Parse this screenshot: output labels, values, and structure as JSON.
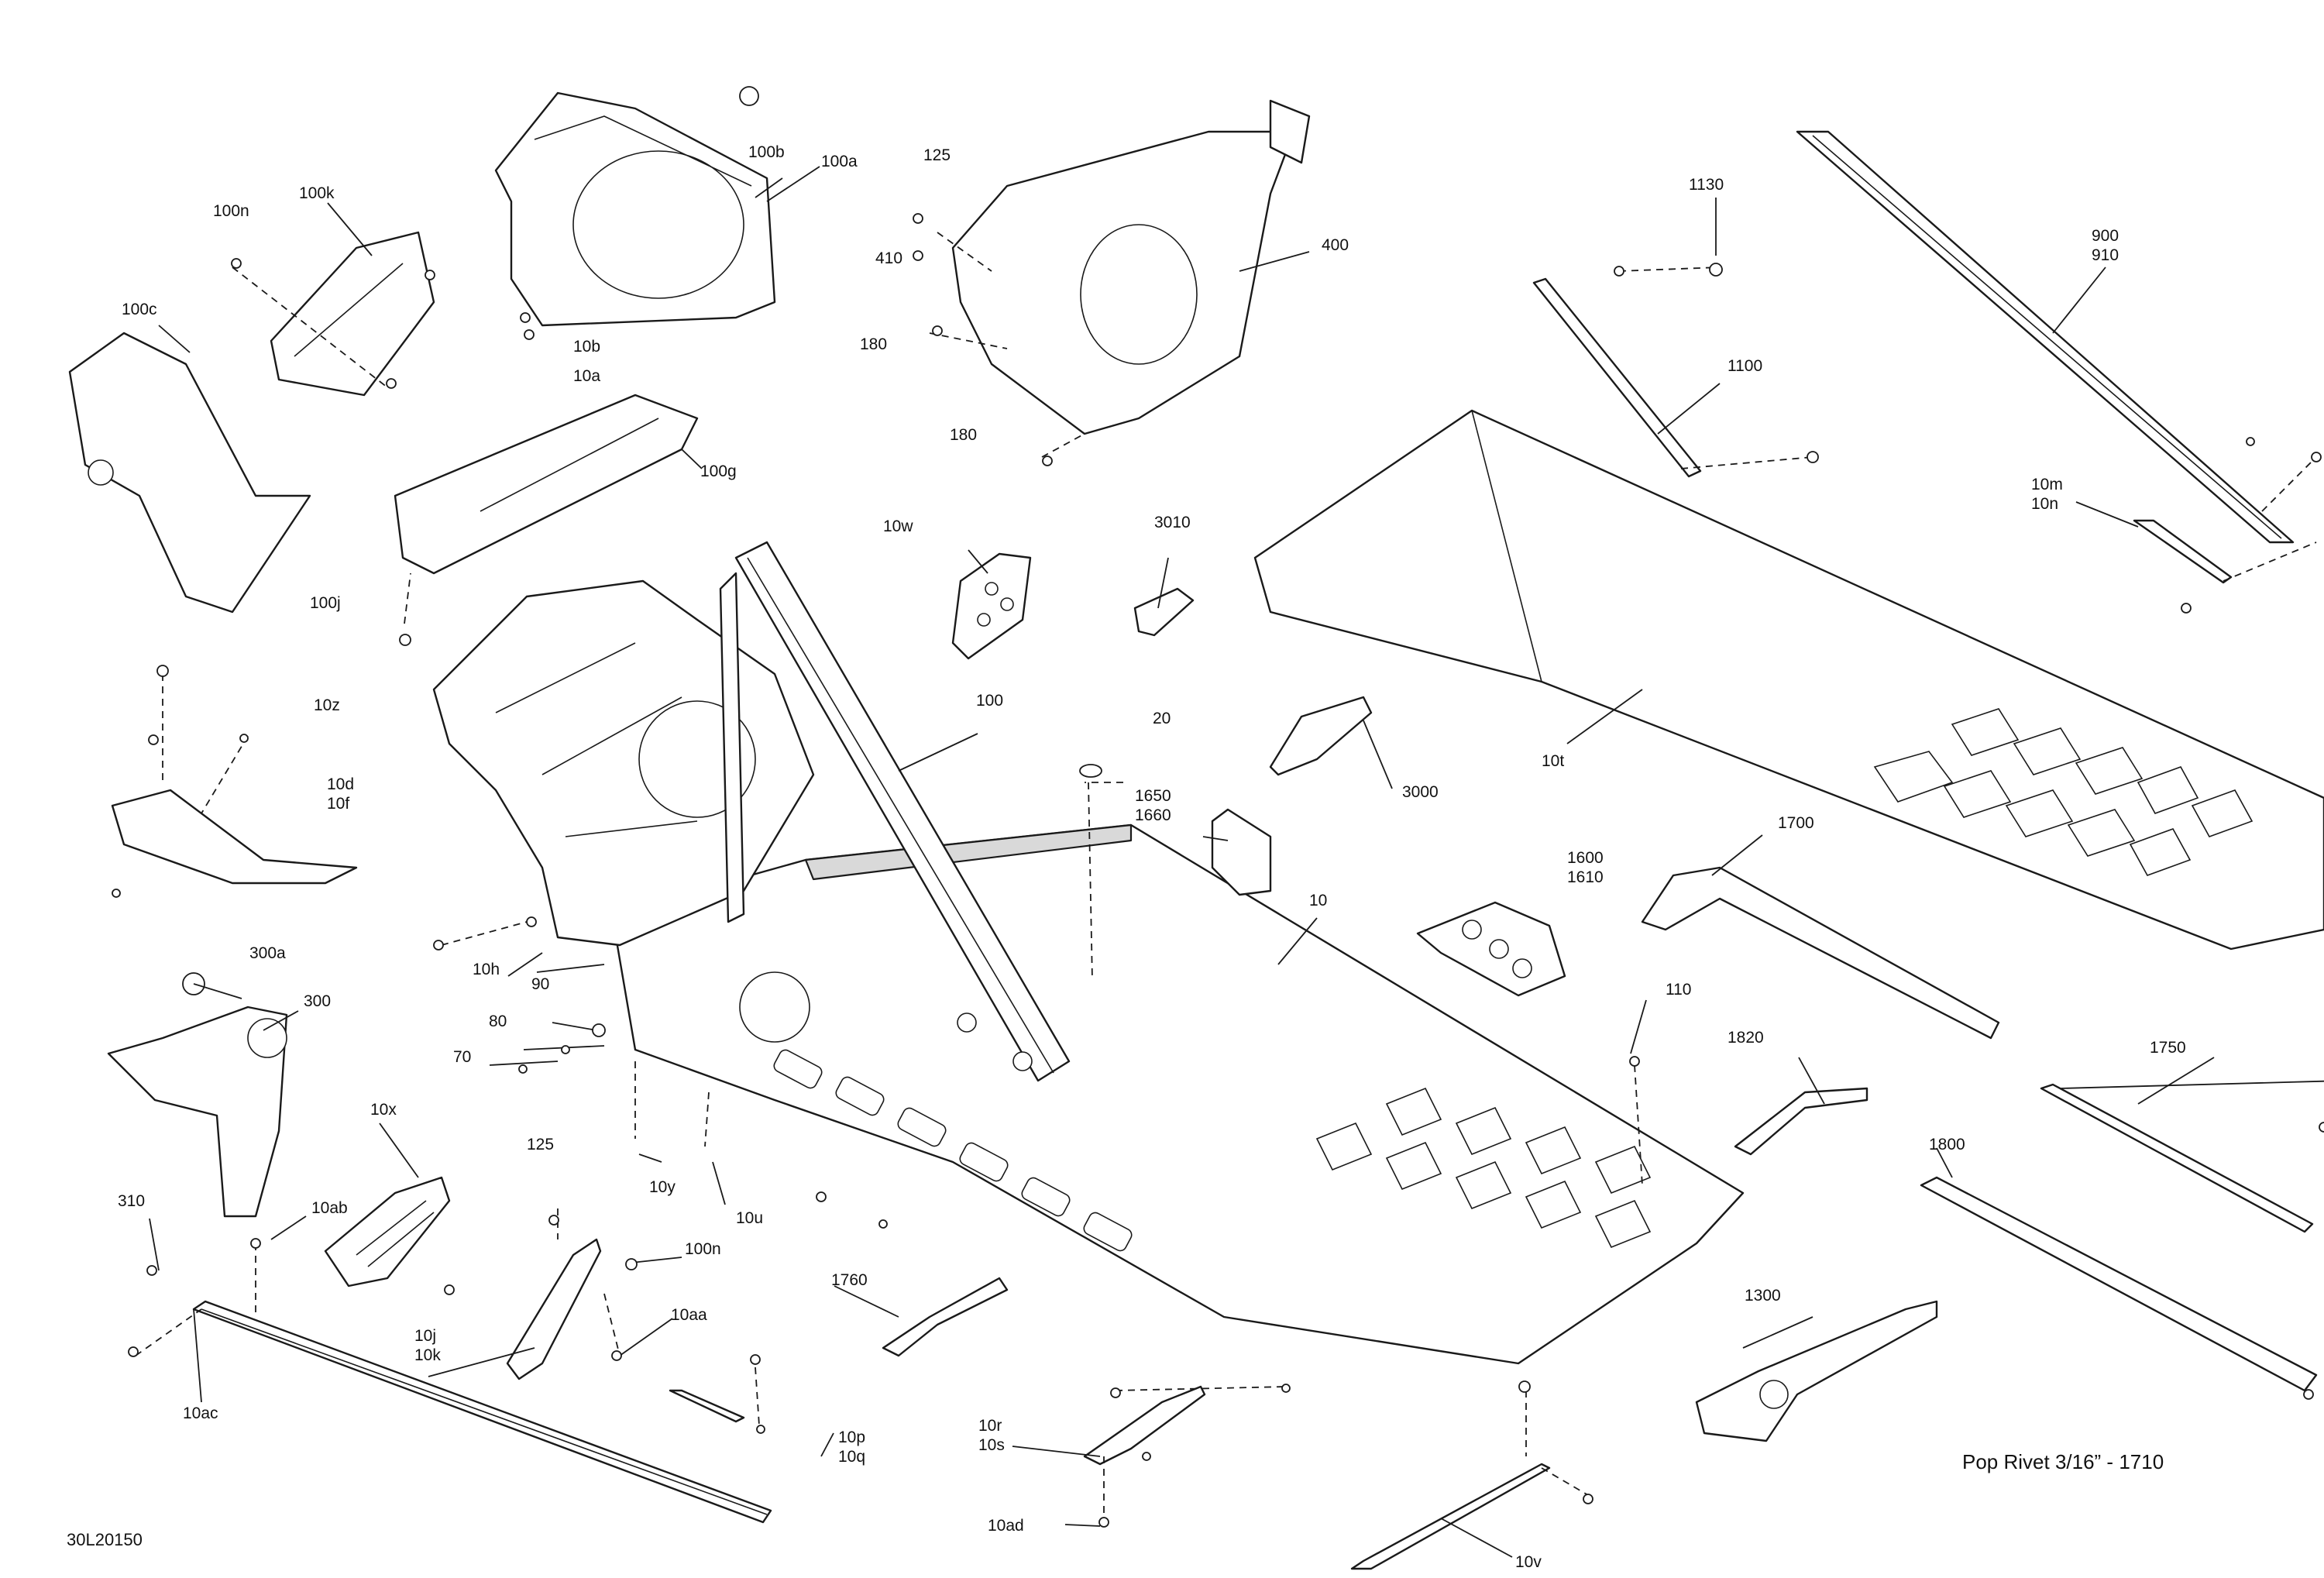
{
  "diagram_id": "30L20150",
  "note": "Pop Rivet 3/16” - 1710",
  "callouts": [
    {
      "id": "c-100b",
      "lines": [
        "100b"
      ]
    },
    {
      "id": "c-100a",
      "lines": [
        "100a"
      ]
    },
    {
      "id": "c-125-top",
      "lines": [
        "125"
      ]
    },
    {
      "id": "c-100n-top",
      "lines": [
        "100n"
      ]
    },
    {
      "id": "c-100k",
      "lines": [
        "100k"
      ]
    },
    {
      "id": "c-100c",
      "lines": [
        "100c"
      ]
    },
    {
      "id": "c-10b",
      "lines": [
        "10b"
      ]
    },
    {
      "id": "c-10a",
      "lines": [
        "10a"
      ]
    },
    {
      "id": "c-100g",
      "lines": [
        "100g"
      ]
    },
    {
      "id": "c-100j",
      "lines": [
        "100j"
      ]
    },
    {
      "id": "c-410",
      "lines": [
        "410"
      ]
    },
    {
      "id": "c-180-a",
      "lines": [
        "180"
      ]
    },
    {
      "id": "c-180-b",
      "lines": [
        "180"
      ]
    },
    {
      "id": "c-400",
      "lines": [
        "400"
      ]
    },
    {
      "id": "c-1130",
      "lines": [
        "1130"
      ]
    },
    {
      "id": "c-900-910",
      "lines": [
        "900",
        "910"
      ]
    },
    {
      "id": "c-1100",
      "lines": [
        "1100"
      ]
    },
    {
      "id": "c-10m-10n",
      "lines": [
        "10m",
        "10n"
      ]
    },
    {
      "id": "c-10w",
      "lines": [
        "10w"
      ]
    },
    {
      "id": "c-3010",
      "lines": [
        "3010"
      ]
    },
    {
      "id": "c-10z",
      "lines": [
        "10z"
      ]
    },
    {
      "id": "c-10d-10f",
      "lines": [
        "10d",
        "10f"
      ]
    },
    {
      "id": "c-100",
      "lines": [
        "100"
      ]
    },
    {
      "id": "c-20",
      "lines": [
        "20"
      ]
    },
    {
      "id": "c-3000",
      "lines": [
        "3000"
      ]
    },
    {
      "id": "c-10t",
      "lines": [
        "10t"
      ]
    },
    {
      "id": "c-1650-1660",
      "lines": [
        "1650",
        "1660"
      ]
    },
    {
      "id": "c-10",
      "lines": [
        "10"
      ]
    },
    {
      "id": "c-1600-1610",
      "lines": [
        "1600",
        "1610"
      ]
    },
    {
      "id": "c-1700",
      "lines": [
        "1700"
      ]
    },
    {
      "id": "c-300a",
      "lines": [
        "300a"
      ]
    },
    {
      "id": "c-300",
      "lines": [
        "300"
      ]
    },
    {
      "id": "c-10h",
      "lines": [
        "10h"
      ]
    },
    {
      "id": "c-90",
      "lines": [
        "90"
      ]
    },
    {
      "id": "c-80",
      "lines": [
        "80"
      ]
    },
    {
      "id": "c-70",
      "lines": [
        "70"
      ]
    },
    {
      "id": "c-110",
      "lines": [
        "110"
      ]
    },
    {
      "id": "c-1820",
      "lines": [
        "1820"
      ]
    },
    {
      "id": "c-1750",
      "lines": [
        "1750"
      ]
    },
    {
      "id": "c-10x",
      "lines": [
        "10x"
      ]
    },
    {
      "id": "c-125-bottom",
      "lines": [
        "125"
      ]
    },
    {
      "id": "c-10y",
      "lines": [
        "10y"
      ]
    },
    {
      "id": "c-10u",
      "lines": [
        "10u"
      ]
    },
    {
      "id": "c-1800",
      "lines": [
        "1800"
      ]
    },
    {
      "id": "c-310",
      "lines": [
        "310"
      ]
    },
    {
      "id": "c-10ab",
      "lines": [
        "10ab"
      ]
    },
    {
      "id": "c-100n-bottom",
      "lines": [
        "100n"
      ]
    },
    {
      "id": "c-10aa",
      "lines": [
        "10aa"
      ]
    },
    {
      "id": "c-10j-10k",
      "lines": [
        "10j",
        "10k"
      ]
    },
    {
      "id": "c-1760",
      "lines": [
        "1760"
      ]
    },
    {
      "id": "c-1300",
      "lines": [
        "1300"
      ]
    },
    {
      "id": "c-10ac",
      "lines": [
        "10ac"
      ]
    },
    {
      "id": "c-10p-10q",
      "lines": [
        "10p",
        "10q"
      ]
    },
    {
      "id": "c-10r-10s",
      "lines": [
        "10r",
        "10s"
      ]
    },
    {
      "id": "c-10ad",
      "lines": [
        "10ad"
      ]
    },
    {
      "id": "c-10v",
      "lines": [
        "10v"
      ]
    }
  ]
}
